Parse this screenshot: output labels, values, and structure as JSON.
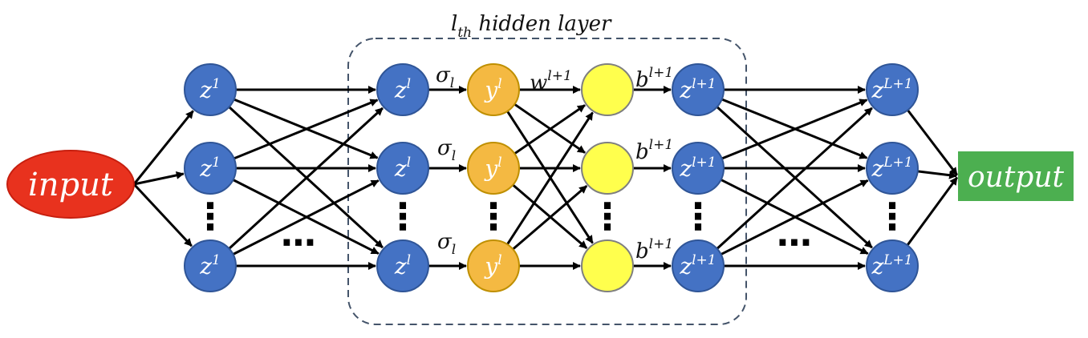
{
  "title": {
    "main": "l",
    "sub": "th",
    "rest": " hidden layer"
  },
  "input": {
    "label": "input"
  },
  "output": {
    "label": "output"
  },
  "nodes": {
    "z1": {
      "base": "z",
      "sup": "1"
    },
    "zl": {
      "base": "z",
      "sup": "l"
    },
    "yl": {
      "base": "y",
      "sup": "l"
    },
    "zl1": {
      "base": "z",
      "sup": "l+1"
    },
    "zL1": {
      "base": "z",
      "sup": "L+1"
    }
  },
  "annotations": {
    "sigma": {
      "base": "σ",
      "sub": "l"
    },
    "weight": {
      "base": "w",
      "sup": "l+1"
    },
    "bias": {
      "base": "b",
      "sup": "l+1"
    }
  },
  "ellipsis": {
    "vertical": "⋮",
    "horizontal": "⋯"
  },
  "colors": {
    "input_fill": "#e8321e",
    "output_fill": "#4caf50",
    "neuron_blue": "#4472c4",
    "neuron_orange": "#f4b942",
    "neuron_yellow": "#ffff4d",
    "edge": "#000000",
    "box_stroke": "#44546a"
  }
}
